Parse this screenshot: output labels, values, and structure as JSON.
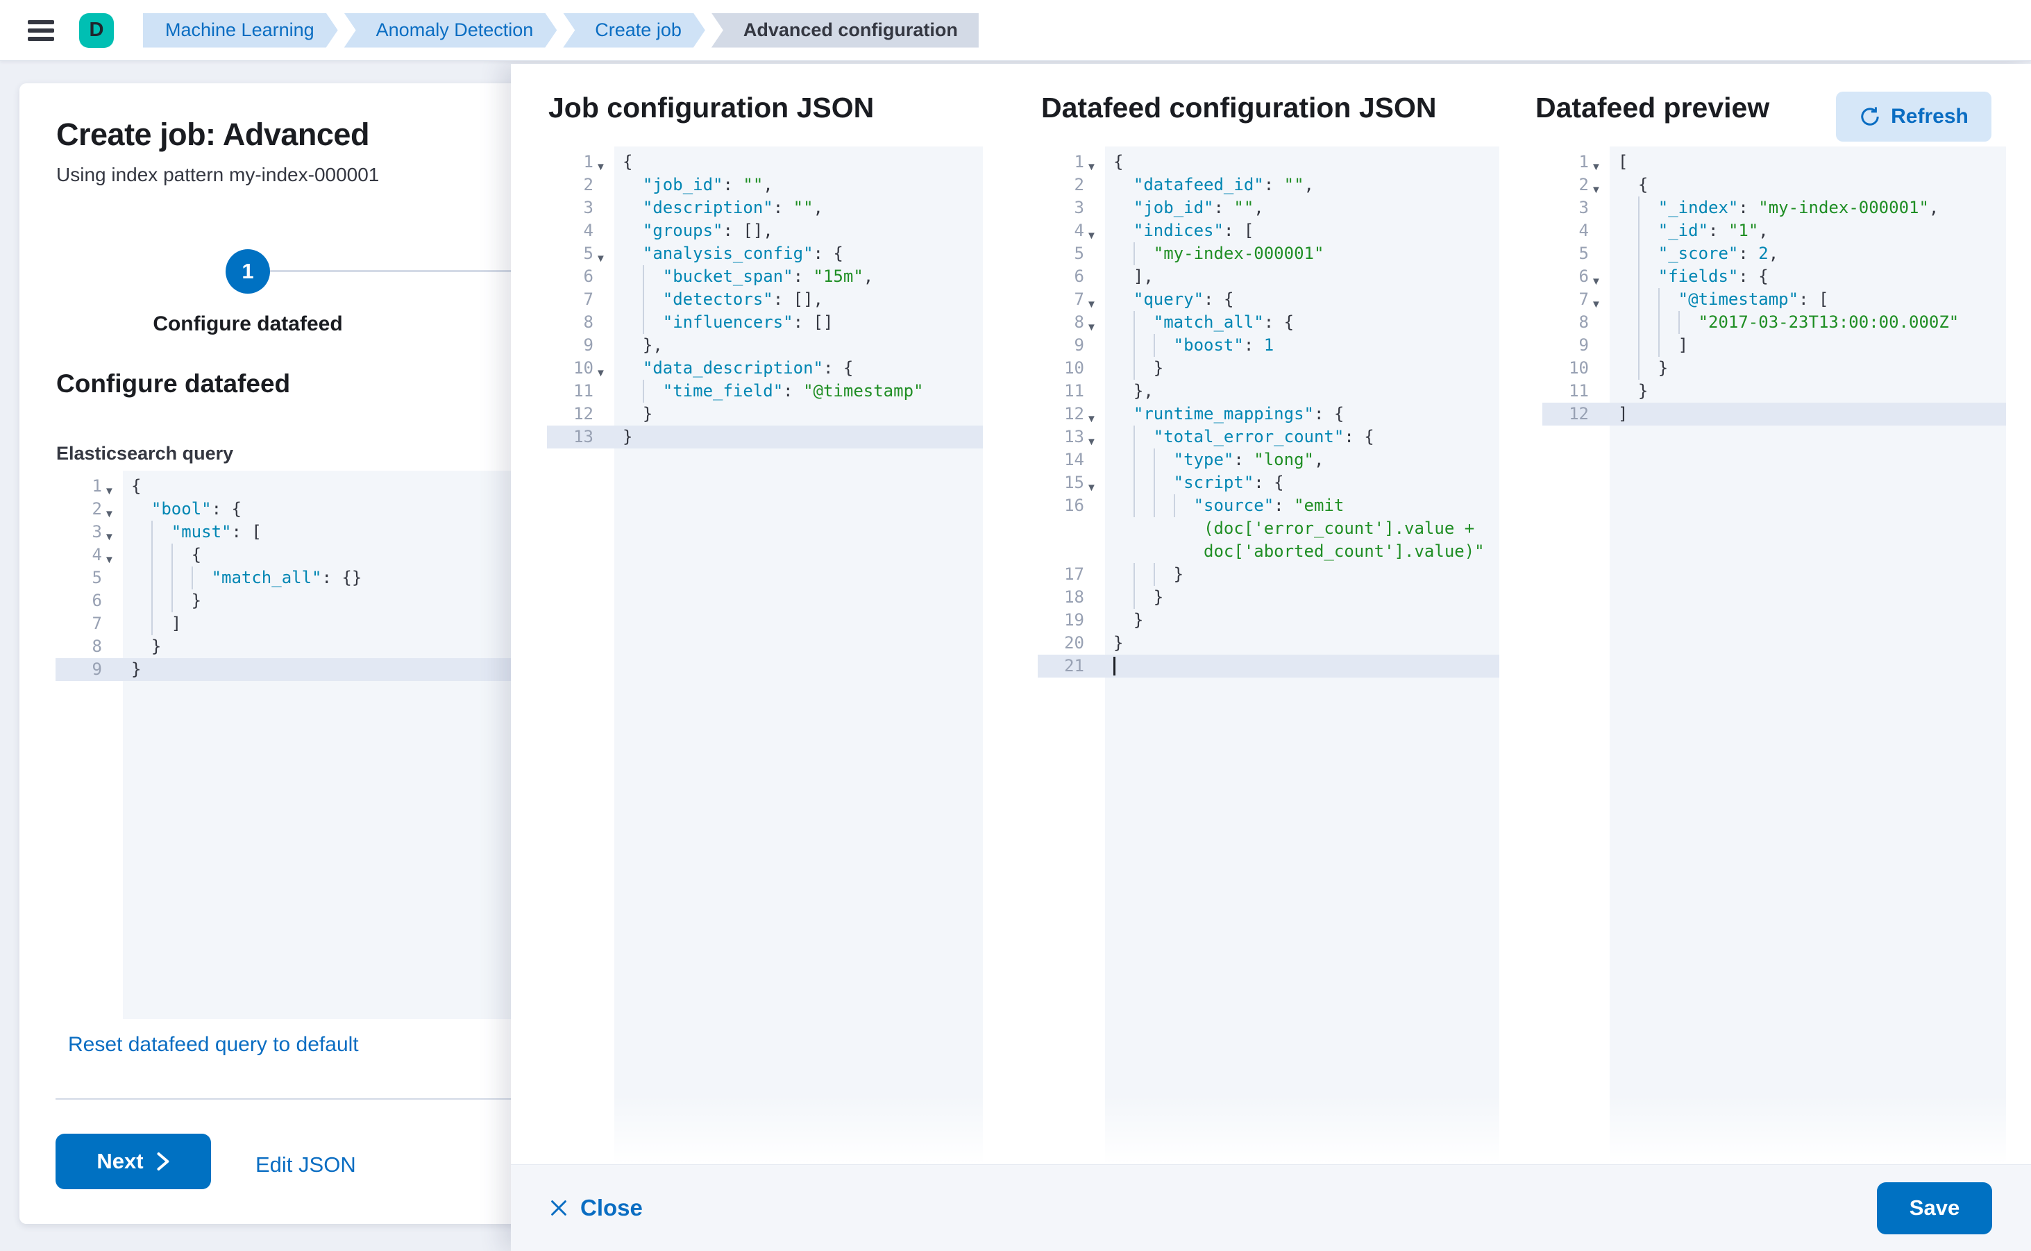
{
  "header": {
    "avatar_initial": "D",
    "breadcrumbs": [
      {
        "label": "Machine Learning",
        "current": false
      },
      {
        "label": "Anomaly Detection",
        "current": false
      },
      {
        "label": "Create job",
        "current": false
      },
      {
        "label": "Advanced configuration",
        "current": true
      }
    ]
  },
  "card": {
    "title": "Create job: Advanced",
    "subtitle": "Using index pattern my-index-000001",
    "step_number": "1",
    "step_label": "Configure datafeed",
    "section_heading": "Configure datafeed",
    "query_label": "Elasticsearch query",
    "reset_link": "Reset datafeed query to default",
    "next_label": "Next",
    "edit_json_label": "Edit JSON"
  },
  "flyout": {
    "columns": [
      {
        "heading": "Job configuration JSON"
      },
      {
        "heading": "Datafeed configuration JSON"
      },
      {
        "heading": "Datafeed preview",
        "refresh_label": "Refresh"
      }
    ],
    "footer": {
      "close_label": "Close",
      "save_label": "Save"
    }
  },
  "colors": {
    "primary_button": "#0071c2",
    "link": "#0a6dc2",
    "avatar_bg": "#00bfb3",
    "breadcrumb_bg": "#cfe2f6",
    "breadcrumb_current_bg": "#d3dae6",
    "code_key": "#0086b3",
    "code_string": "#1f8e24",
    "code_number": "#0086b3",
    "code_punct": "#343741",
    "active_line_bg": "#e2e8f3",
    "divider": "#d3dae6"
  },
  "editors": {
    "query": {
      "rows": [
        {
          "n": "1",
          "f": 1,
          "i": 0,
          "t": [
            [
              "p",
              "{"
            ]
          ]
        },
        {
          "n": "2",
          "f": 1,
          "i": 1,
          "t": [
            [
              "k",
              "\"bool\""
            ],
            [
              "p",
              ": {"
            ]
          ]
        },
        {
          "n": "3",
          "f": 1,
          "i": 2,
          "t": [
            [
              "k",
              "\"must\""
            ],
            [
              "p",
              ": ["
            ]
          ]
        },
        {
          "n": "4",
          "f": 1,
          "i": 3,
          "t": [
            [
              "p",
              "{"
            ]
          ]
        },
        {
          "n": "5",
          "i": 4,
          "t": [
            [
              "k",
              "\"match_all\""
            ],
            [
              "p",
              ": {}"
            ]
          ]
        },
        {
          "n": "6",
          "i": 3,
          "t": [
            [
              "p",
              "}"
            ]
          ]
        },
        {
          "n": "7",
          "i": 2,
          "t": [
            [
              "p",
              "]"
            ]
          ]
        },
        {
          "n": "8",
          "i": 1,
          "t": [
            [
              "p",
              "}"
            ]
          ]
        },
        {
          "n": "9",
          "i": 0,
          "a": 1,
          "t": [
            [
              "p",
              "}"
            ]
          ]
        }
      ]
    },
    "job": {
      "rows": [
        {
          "n": "1",
          "f": 1,
          "i": 0,
          "t": [
            [
              "p",
              "{"
            ]
          ]
        },
        {
          "n": "2",
          "i": 1,
          "t": [
            [
              "k",
              "\"job_id\""
            ],
            [
              "p",
              ": "
            ],
            [
              "s",
              "\"\""
            ],
            [
              "p",
              ","
            ]
          ]
        },
        {
          "n": "3",
          "i": 1,
          "t": [
            [
              "k",
              "\"description\""
            ],
            [
              "p",
              ": "
            ],
            [
              "s",
              "\"\""
            ],
            [
              "p",
              ","
            ]
          ]
        },
        {
          "n": "4",
          "i": 1,
          "t": [
            [
              "k",
              "\"groups\""
            ],
            [
              "p",
              ": [],"
            ]
          ]
        },
        {
          "n": "5",
          "f": 1,
          "i": 1,
          "t": [
            [
              "k",
              "\"analysis_config\""
            ],
            [
              "p",
              ": {"
            ]
          ]
        },
        {
          "n": "6",
          "i": 2,
          "t": [
            [
              "k",
              "\"bucket_span\""
            ],
            [
              "p",
              ": "
            ],
            [
              "s",
              "\"15m\""
            ],
            [
              "p",
              ","
            ]
          ]
        },
        {
          "n": "7",
          "i": 2,
          "t": [
            [
              "k",
              "\"detectors\""
            ],
            [
              "p",
              ": [],"
            ]
          ]
        },
        {
          "n": "8",
          "i": 2,
          "t": [
            [
              "k",
              "\"influencers\""
            ],
            [
              "p",
              ": []"
            ]
          ]
        },
        {
          "n": "9",
          "i": 1,
          "t": [
            [
              "p",
              "},"
            ]
          ]
        },
        {
          "n": "10",
          "f": 1,
          "i": 1,
          "t": [
            [
              "k",
              "\"data_description\""
            ],
            [
              "p",
              ": {"
            ]
          ]
        },
        {
          "n": "11",
          "i": 2,
          "t": [
            [
              "k",
              "\"time_field\""
            ],
            [
              "p",
              ": "
            ],
            [
              "s",
              "\"@timestamp\""
            ]
          ]
        },
        {
          "n": "12",
          "i": 1,
          "t": [
            [
              "p",
              "}"
            ]
          ]
        },
        {
          "n": "13",
          "i": 0,
          "a": 1,
          "t": [
            [
              "p",
              "}"
            ]
          ]
        }
      ]
    },
    "datafeed": {
      "rows": [
        {
          "n": "1",
          "f": 1,
          "i": 0,
          "t": [
            [
              "p",
              "{"
            ]
          ]
        },
        {
          "n": "2",
          "i": 1,
          "t": [
            [
              "k",
              "\"datafeed_id\""
            ],
            [
              "p",
              ": "
            ],
            [
              "s",
              "\"\""
            ],
            [
              "p",
              ","
            ]
          ]
        },
        {
          "n": "3",
          "i": 1,
          "t": [
            [
              "k",
              "\"job_id\""
            ],
            [
              "p",
              ": "
            ],
            [
              "s",
              "\"\""
            ],
            [
              "p",
              ","
            ]
          ]
        },
        {
          "n": "4",
          "f": 1,
          "i": 1,
          "t": [
            [
              "k",
              "\"indices\""
            ],
            [
              "p",
              ": ["
            ]
          ]
        },
        {
          "n": "5",
          "i": 2,
          "t": [
            [
              "s",
              "\"my-index-000001\""
            ]
          ]
        },
        {
          "n": "6",
          "i": 1,
          "t": [
            [
              "p",
              "],"
            ]
          ]
        },
        {
          "n": "7",
          "f": 1,
          "i": 1,
          "t": [
            [
              "k",
              "\"query\""
            ],
            [
              "p",
              ": {"
            ]
          ]
        },
        {
          "n": "8",
          "f": 1,
          "i": 2,
          "t": [
            [
              "k",
              "\"match_all\""
            ],
            [
              "p",
              ": {"
            ]
          ]
        },
        {
          "n": "9",
          "i": 3,
          "t": [
            [
              "k",
              "\"boost\""
            ],
            [
              "p",
              ": "
            ],
            [
              "n",
              "1"
            ]
          ]
        },
        {
          "n": "10",
          "i": 2,
          "t": [
            [
              "p",
              "}"
            ]
          ]
        },
        {
          "n": "11",
          "i": 1,
          "t": [
            [
              "p",
              "},"
            ]
          ]
        },
        {
          "n": "12",
          "f": 1,
          "i": 1,
          "t": [
            [
              "k",
              "\"runtime_mappings\""
            ],
            [
              "p",
              ": {"
            ]
          ]
        },
        {
          "n": "13",
          "f": 1,
          "i": 2,
          "t": [
            [
              "k",
              "\"total_error_count\""
            ],
            [
              "p",
              ": {"
            ]
          ]
        },
        {
          "n": "14",
          "i": 3,
          "t": [
            [
              "k",
              "\"type\""
            ],
            [
              "p",
              ": "
            ],
            [
              "s",
              "\"long\""
            ],
            [
              "p",
              ","
            ]
          ]
        },
        {
          "n": "15",
          "f": 1,
          "i": 3,
          "t": [
            [
              "k",
              "\"script\""
            ],
            [
              "p",
              ": {"
            ]
          ]
        },
        {
          "n": "16",
          "i": 4,
          "t": [
            [
              "k",
              "\"source\""
            ],
            [
              "p",
              ": "
            ],
            [
              "s",
              "\"emit"
            ]
          ]
        },
        {
          "n": "",
          "w": 1,
          "i": 4,
          "t": [
            [
              "s",
              "(doc['error_count'].value +"
            ]
          ]
        },
        {
          "n": "",
          "w": 1,
          "i": 4,
          "t": [
            [
              "s",
              "doc['aborted_count'].value)\""
            ]
          ]
        },
        {
          "n": "17",
          "i": 3,
          "t": [
            [
              "p",
              "}"
            ]
          ]
        },
        {
          "n": "18",
          "i": 2,
          "t": [
            [
              "p",
              "}"
            ]
          ]
        },
        {
          "n": "19",
          "i": 1,
          "t": [
            [
              "p",
              "}"
            ]
          ]
        },
        {
          "n": "20",
          "i": 0,
          "t": [
            [
              "p",
              "}"
            ]
          ]
        },
        {
          "n": "21",
          "i": 0,
          "a": 1,
          "c": 1,
          "t": []
        }
      ]
    },
    "preview": {
      "rows": [
        {
          "n": "1",
          "f": 1,
          "i": 0,
          "t": [
            [
              "p",
              "["
            ]
          ]
        },
        {
          "n": "2",
          "f": 1,
          "i": 1,
          "t": [
            [
              "p",
              "{"
            ]
          ]
        },
        {
          "n": "3",
          "i": 2,
          "t": [
            [
              "k",
              "\"_index\""
            ],
            [
              "p",
              ": "
            ],
            [
              "s",
              "\"my-index-000001\""
            ],
            [
              "p",
              ","
            ]
          ]
        },
        {
          "n": "4",
          "i": 2,
          "t": [
            [
              "k",
              "\"_id\""
            ],
            [
              "p",
              ": "
            ],
            [
              "s",
              "\"1\""
            ],
            [
              "p",
              ","
            ]
          ]
        },
        {
          "n": "5",
          "i": 2,
          "t": [
            [
              "k",
              "\"_score\""
            ],
            [
              "p",
              ": "
            ],
            [
              "n",
              "2"
            ],
            [
              "p",
              ","
            ]
          ]
        },
        {
          "n": "6",
          "f": 1,
          "i": 2,
          "t": [
            [
              "k",
              "\"fields\""
            ],
            [
              "p",
              ": {"
            ]
          ]
        },
        {
          "n": "7",
          "f": 1,
          "i": 3,
          "t": [
            [
              "k",
              "\"@timestamp\""
            ],
            [
              "p",
              ": ["
            ]
          ]
        },
        {
          "n": "8",
          "i": 4,
          "t": [
            [
              "s",
              "\"2017-03-23T13:00:00.000Z\""
            ]
          ]
        },
        {
          "n": "9",
          "i": 3,
          "t": [
            [
              "p",
              "]"
            ]
          ]
        },
        {
          "n": "10",
          "i": 2,
          "t": [
            [
              "p",
              "}"
            ]
          ]
        },
        {
          "n": "11",
          "i": 1,
          "t": [
            [
              "p",
              "}"
            ]
          ]
        },
        {
          "n": "12",
          "i": 0,
          "a": 1,
          "t": [
            [
              "p",
              "]"
            ]
          ]
        }
      ]
    }
  }
}
